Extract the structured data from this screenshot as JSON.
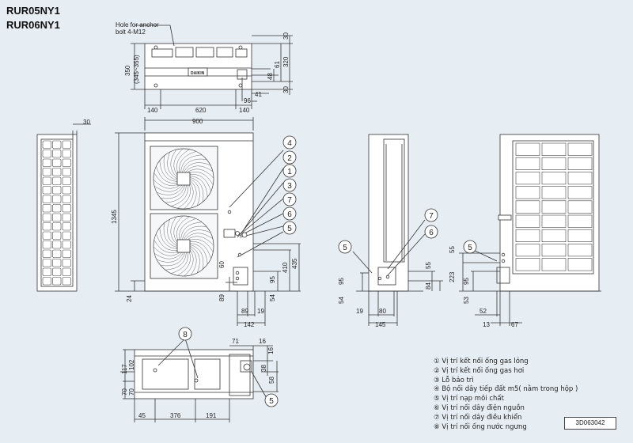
{
  "models": [
    "RUR05NY1",
    "RUR06NY1"
  ],
  "anchor_note": [
    "Hole for anchor",
    "bolt 4-M12"
  ],
  "brand_mark": "DAIKIN",
  "top_view": {
    "left_dims": [
      "350",
      "(345~355)"
    ],
    "right_dims": [
      "30",
      "320",
      "61",
      "48",
      "30"
    ],
    "bottom_dims": [
      "140",
      "620",
      "140"
    ],
    "small_dims": [
      "96",
      "41"
    ]
  },
  "front_view": {
    "width": "900",
    "height": "1345",
    "bottom_left": "24",
    "right_dims": [
      "410",
      "435",
      "60",
      "95",
      "54",
      "89"
    ],
    "bottom_dims": [
      "89",
      "19",
      "142"
    ]
  },
  "side_left": {
    "top_dim": "30"
  },
  "side_right": {
    "left_dims": [
      "95",
      "54"
    ],
    "right_dims": [
      "55",
      "84"
    ],
    "bottom_dims": [
      "19",
      "80",
      "145"
    ]
  },
  "rear_view": {
    "left_dims": [
      "55",
      "223",
      "95",
      "53"
    ],
    "bottom_dims": [
      "52",
      "13",
      "67"
    ]
  },
  "base_view": {
    "left_dims": [
      "117",
      "102",
      "70",
      "70"
    ],
    "bottom_dims": [
      "45",
      "376",
      "191"
    ],
    "top_dims": [
      "71",
      "16",
      "16"
    ],
    "right_dims": [
      "38",
      "58"
    ]
  },
  "callout_numbers": [
    "1",
    "2",
    "3",
    "4",
    "5",
    "6",
    "7",
    "8"
  ],
  "legend": [
    "① Vị trí kết nối ống gas lỏng",
    "② Vị trí kết nối ống gas hơi",
    "③ Lỗ bảo trì",
    "④ Bộ nối dây tiếp đất m5( nằm trong hộp )",
    "⑤ Vị trí nạp môi chất",
    "⑥ Vị trí nối dây điện nguồn",
    "⑦ Vị trí nối dây điều khiển",
    "⑧ Vị trí nối ống nước ngưng"
  ],
  "doc_id": "3D063042"
}
